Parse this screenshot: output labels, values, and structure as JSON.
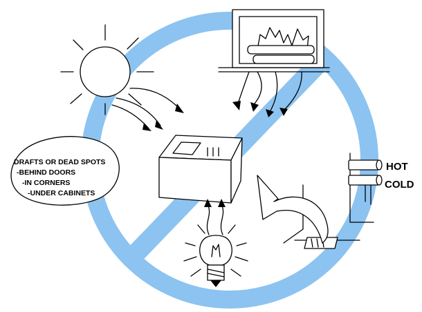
{
  "colors": {
    "prohibition": "#8CC3F0",
    "ink": "#000000",
    "background": "#ffffff"
  },
  "callout": {
    "title": "DRAFTS OR DEAD SPOTS",
    "items": [
      "-BEHIND DOORS",
      "-IN CORNERS",
      "-UNDER CABINETS"
    ]
  },
  "pipes": {
    "hot_label": "HOT",
    "cold_label": "COLD"
  },
  "icons": [
    "sun-icon",
    "fireplace-icon",
    "thermostat-icon",
    "light-bulb-icon",
    "hot-cold-pipes-icon",
    "heat-arrow-icon"
  ]
}
